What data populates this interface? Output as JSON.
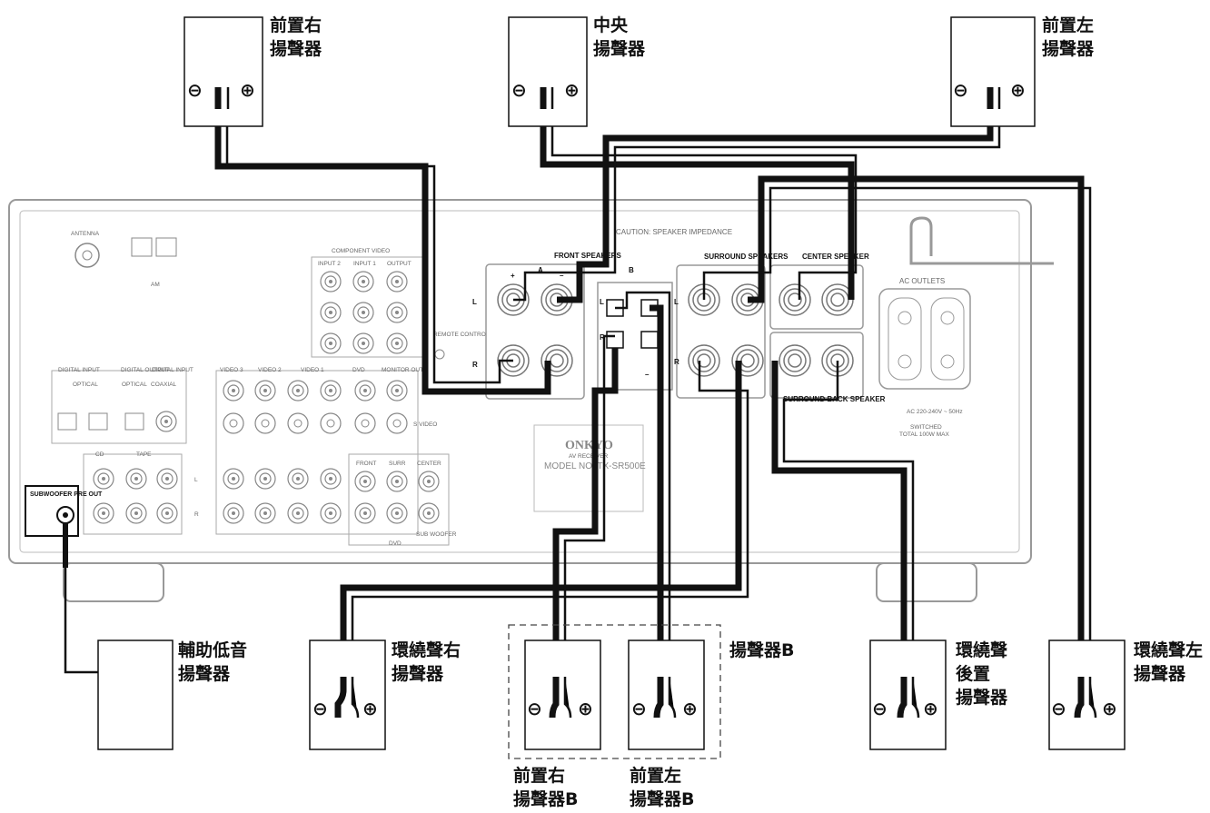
{
  "speakers": {
    "front_right": {
      "line1": "前置右",
      "line2": "揚聲器"
    },
    "center": {
      "line1": "中央",
      "line2": "揚聲器"
    },
    "front_left": {
      "line1": "前置左",
      "line2": "揚聲器"
    },
    "subwoofer": {
      "line1": "輔助低音",
      "line2": "揚聲器"
    },
    "surround_right": {
      "line1": "環繞聲右",
      "line2": "揚聲器"
    },
    "speakers_b_group": {
      "label": "揚聲器B"
    },
    "front_right_b": {
      "line1": "前置右",
      "line2": "揚聲器B"
    },
    "front_left_b": {
      "line1": "前置左",
      "line2": "揚聲器B"
    },
    "surround_back": {
      "line1": "環繞聲",
      "line2": "後置",
      "line3": "揚聲器"
    },
    "surround_left": {
      "line1": "環繞聲左",
      "line2": "揚聲器"
    }
  },
  "terminal_symbols": {
    "minus": "⊖",
    "plus": "⊕"
  },
  "receiver": {
    "antenna": "ANTENNA",
    "am": "AM",
    "component_video": "COMPONENT VIDEO",
    "component_inputs": [
      "INPUT 2",
      "INPUT 1",
      "OUTPUT"
    ],
    "remote_control": "REMOTE CONTROL",
    "digital_input": "DIGITAL INPUT",
    "digital_output": "DIGITAL OUTPUT",
    "digital_input_2": "DIGITAL INPUT",
    "optical": "OPTICAL",
    "coaxial": "COAXIAL",
    "video3": "VIDEO 3",
    "video2": "VIDEO 2",
    "video1": "VIDEO 1",
    "dvd": "DVD",
    "monitor_out": "MONITOR OUT",
    "svideo": "S VIDEO",
    "cd": "CD",
    "tape": "TAPE",
    "front": "FRONT",
    "surr": "SURR",
    "center": "CENTER",
    "sub_woofer": "SUB WOOFER",
    "subwoofer_pre_out": "SUBWOOFER PRE OUT",
    "caution": "CAUTION:  SPEAKER IMPEDANCE",
    "front_speakers": "FRONT SPEAKERS",
    "front_a": "A",
    "front_b": "B",
    "surround_speakers": "SURROUND SPEAKERS",
    "center_speaker": "CENTER SPEAKER",
    "surround_back_speaker": "SURROUND BACK SPEAKER",
    "ac_outlets": "AC OUTLETS",
    "ac_rating": "AC 220-240V ~ 50Hz",
    "switched": "SWITCHED",
    "total": "TOTAL 100W MAX",
    "brand": "ONKYO",
    "av_receiver": "AV RECEIVER",
    "model": "MODEL NO. TX-SR500E",
    "row_L": "L",
    "row_R": "R",
    "plus": "+",
    "minus": "–"
  },
  "colors": {
    "cable": "#111111",
    "outline": "#888888",
    "panel_stroke": "#999999"
  }
}
